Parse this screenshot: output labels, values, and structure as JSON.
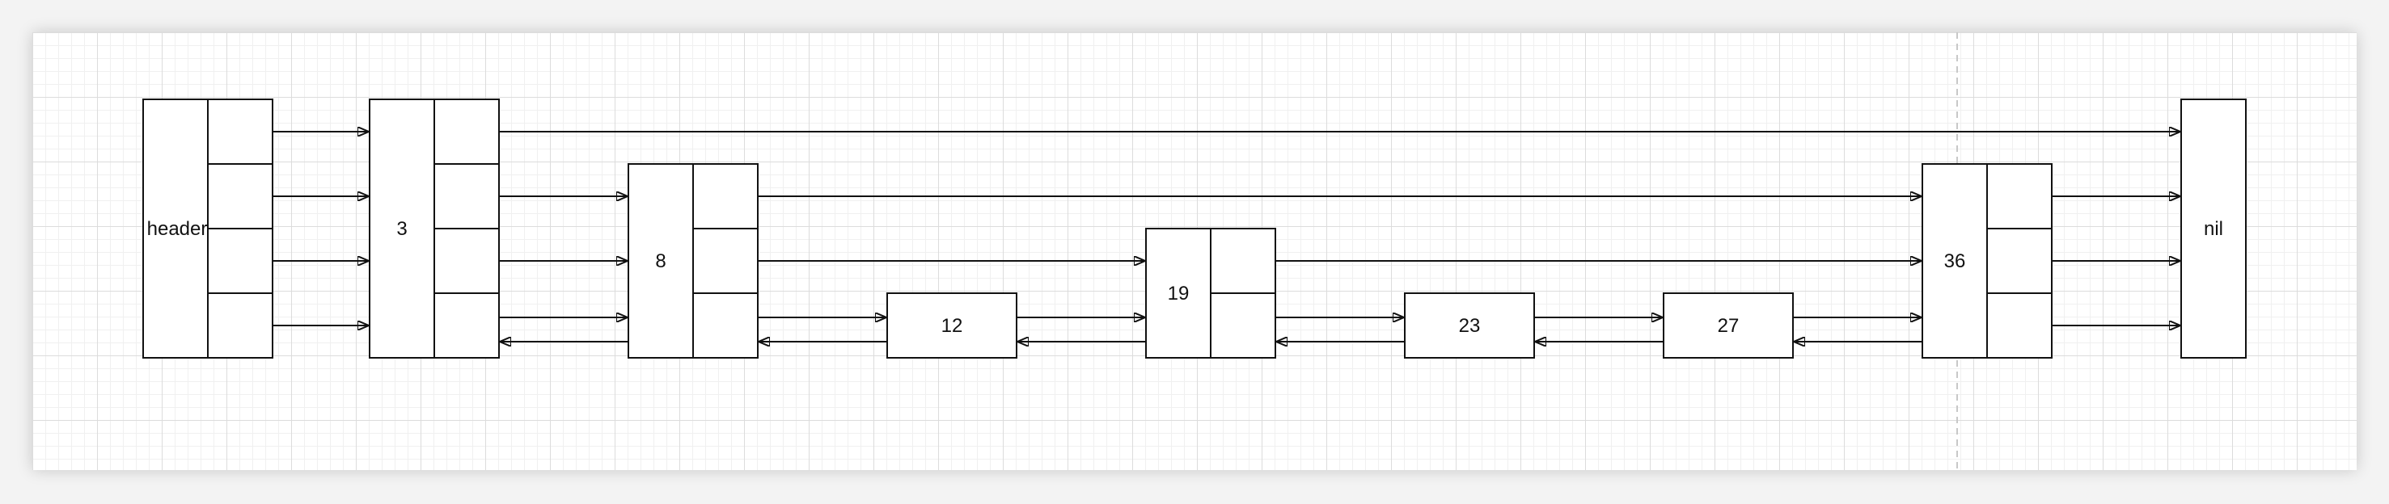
{
  "diagram": {
    "nodes": {
      "header": "header",
      "n3": "3",
      "n8": "8",
      "n12": "12",
      "n19": "19",
      "n23": "23",
      "n27": "27",
      "n36": "36",
      "nil": "nil"
    }
  }
}
